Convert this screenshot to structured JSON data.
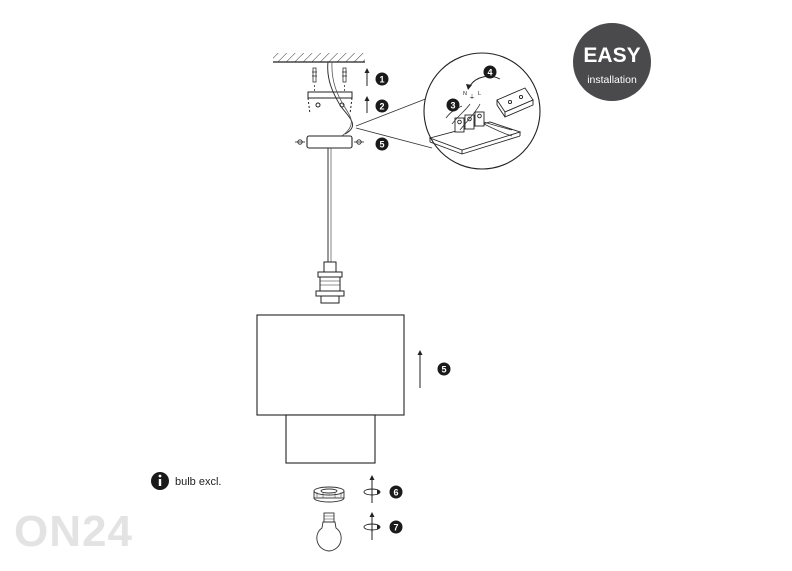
{
  "badge": {
    "title": "EASY",
    "subtitle": "installation",
    "color": "#4a4a4c"
  },
  "steps": {
    "s1": "1",
    "s2": "2",
    "s3": "3",
    "s4": "4",
    "s5_top": "5",
    "s5_shade": "5",
    "s6": "6",
    "s7": "7"
  },
  "wires": {
    "n": "N",
    "earth": "⏚",
    "l": "L"
  },
  "info": {
    "icon": "info-icon",
    "text": "bulb excl."
  },
  "watermark": {
    "text": "ON24"
  },
  "colors": {
    "line": "#222222",
    "step_circle": "#1a1a1a",
    "watermark": "#e3e3e3"
  }
}
